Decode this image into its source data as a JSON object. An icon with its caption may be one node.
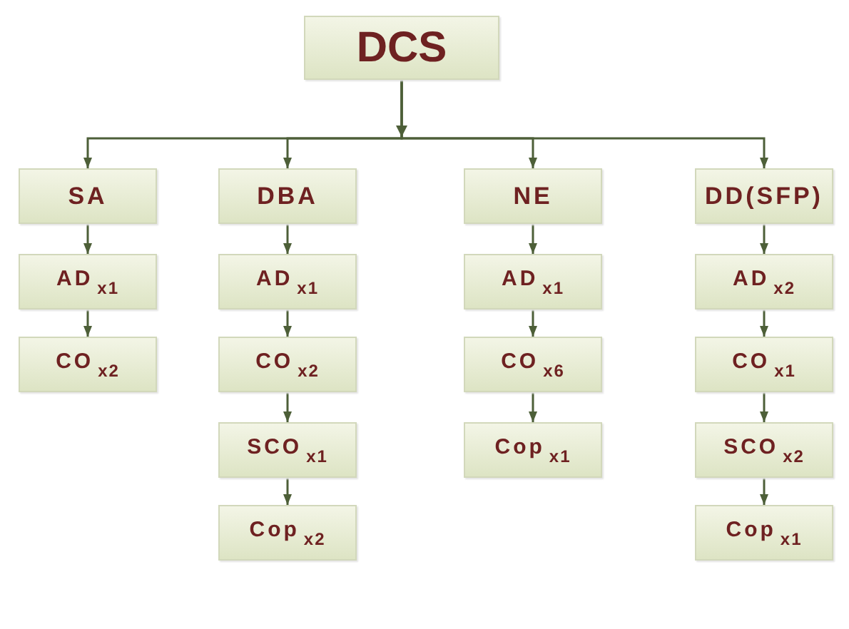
{
  "diagram": {
    "nodes": [
      {
        "text": [
          "DCS"
        ]
      },
      {
        "text": [
          "SA"
        ]
      },
      {
        "text": [
          "AD$_{x1}$"
        ]
      },
      {
        "text": [
          "CO$_{x2}$"
        ]
      },
      {
        "text": [
          "DBA"
        ]
      },
      {
        "text": [
          "AD$_{x1}$"
        ]
      },
      {
        "text": [
          "CO$_{x2}$"
        ]
      },
      {
        "text": [
          "SCO$_{x1}$"
        ]
      },
      {
        "text": [
          "Cop$_{x2}$"
        ]
      },
      {
        "text": [
          "NE"
        ]
      },
      {
        "text": [
          "AD$_{x1}$"
        ]
      },
      {
        "text": [
          "CO$_{x6}$"
        ]
      },
      {
        "text": [
          "Cop$_{x1}$"
        ]
      },
      {
        "text": [
          "DD(SFP)"
        ]
      },
      {
        "text": [
          "AD$_{x2}$"
        ]
      },
      {
        "text": [
          "CO$_{x1}$"
        ]
      },
      {
        "text": [
          "SCO$_{x2}$"
        ]
      },
      {
        "text": [
          "Cop$_{x1}$"
        ]
      }
    ],
    "edges": [
      {
        "from": 0,
        "to": 1,
        "arrow": "to"
      },
      {
        "from": 0,
        "to": 4,
        "arrow": "to"
      },
      {
        "from": 0,
        "to": 9,
        "arrow": "to"
      },
      {
        "from": 0,
        "to": 13,
        "arrow": "to"
      },
      {
        "from": 1,
        "to": 2,
        "arrow": "to"
      },
      {
        "from": 2,
        "to": 3,
        "arrow": "to"
      },
      {
        "from": 4,
        "to": 5,
        "arrow": "to"
      },
      {
        "from": 5,
        "to": 6,
        "arrow": "to"
      },
      {
        "from": 6,
        "to": 7,
        "arrow": "to"
      },
      {
        "from": 7,
        "to": 8,
        "arrow": "to"
      },
      {
        "from": 9,
        "to": 10,
        "arrow": "to"
      },
      {
        "from": 10,
        "to": 11,
        "arrow": "to"
      },
      {
        "from": 11,
        "to": 12,
        "arrow": "to"
      },
      {
        "from": 13,
        "to": 14,
        "arrow": "to"
      },
      {
        "from": 14,
        "to": 15,
        "arrow": "to"
      },
      {
        "from": 15,
        "to": 16,
        "arrow": "to"
      },
      {
        "from": 16,
        "to": 17,
        "arrow": "to"
      }
    ]
  }
}
